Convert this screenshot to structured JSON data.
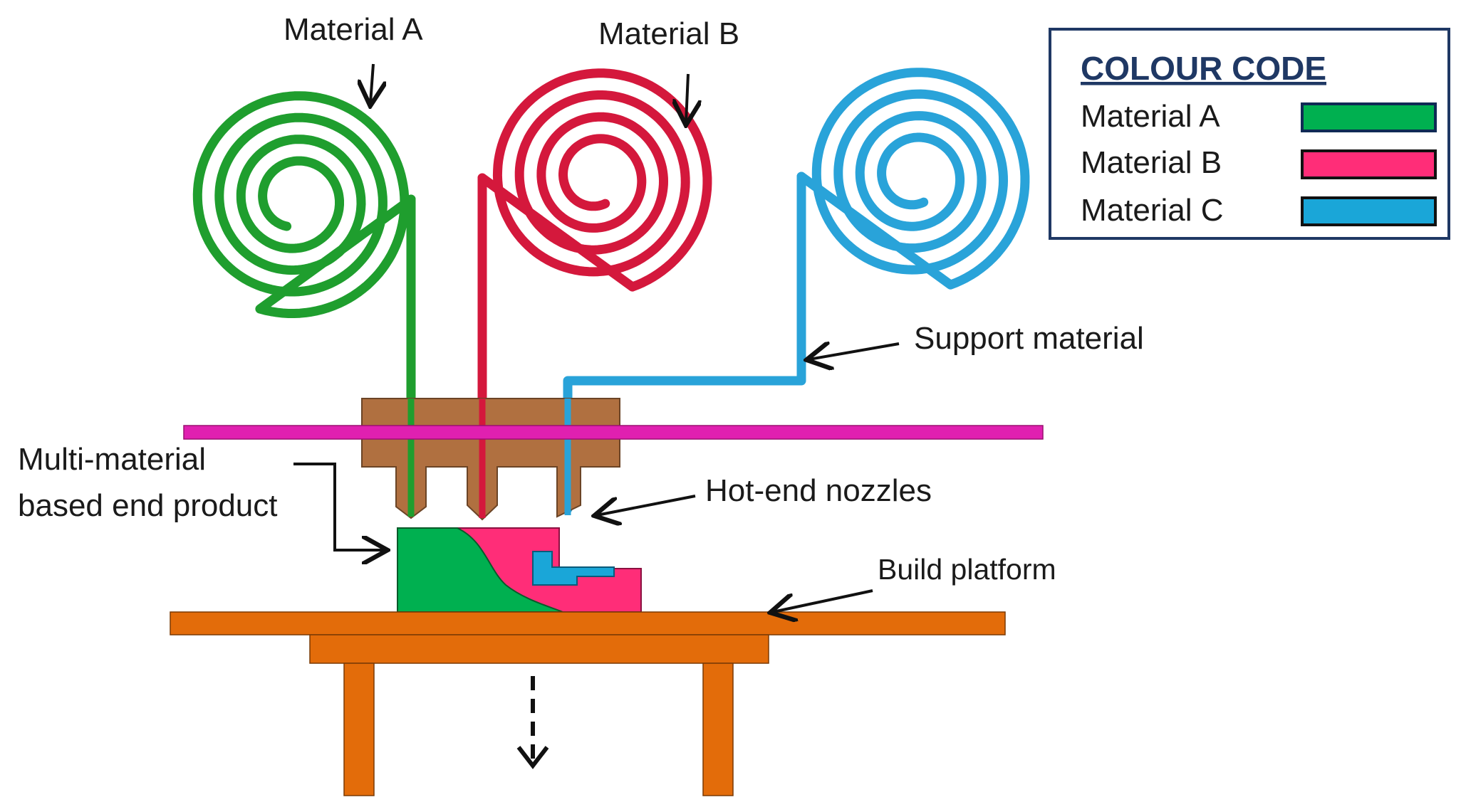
{
  "labels": {
    "material_a": "Material A",
    "material_b": "Material B",
    "support_material": "Support material",
    "product_line1": "Multi-material",
    "product_line2": "based end product",
    "nozzles": "Hot-end nozzles",
    "platform": "Build platform"
  },
  "legend": {
    "title": "COLOUR CODE",
    "items": [
      {
        "label": "Material A",
        "color": "#00b050"
      },
      {
        "label": "Material B",
        "color": "#ff2d78"
      },
      {
        "label": "Material C",
        "color": "#1aa6d8"
      }
    ]
  },
  "colors": {
    "filament_a": "#1f9e2e",
    "filament_b": "#d4183c",
    "filament_c": "#29a3d9",
    "hotend_block": "#b07040",
    "rail": "#e020b0",
    "platform": "#e36c0a",
    "legend_border": "#1f3864"
  }
}
